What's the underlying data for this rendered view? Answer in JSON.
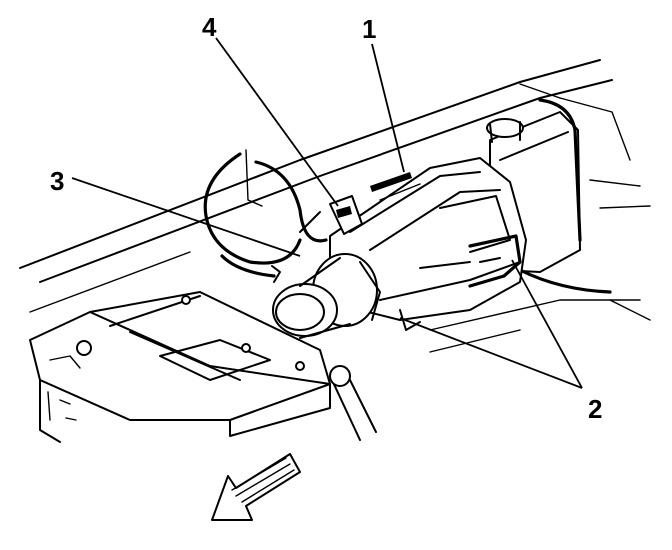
{
  "diagram": {
    "callouts": [
      {
        "id": "1",
        "label": "1"
      },
      {
        "id": "2",
        "label": "2"
      },
      {
        "id": "3",
        "label": "3"
      },
      {
        "id": "4",
        "label": "4"
      }
    ],
    "colors": {
      "line": "#000000",
      "background": "#ffffff"
    },
    "icons": [
      "front-direction-arrow-icon"
    ]
  }
}
